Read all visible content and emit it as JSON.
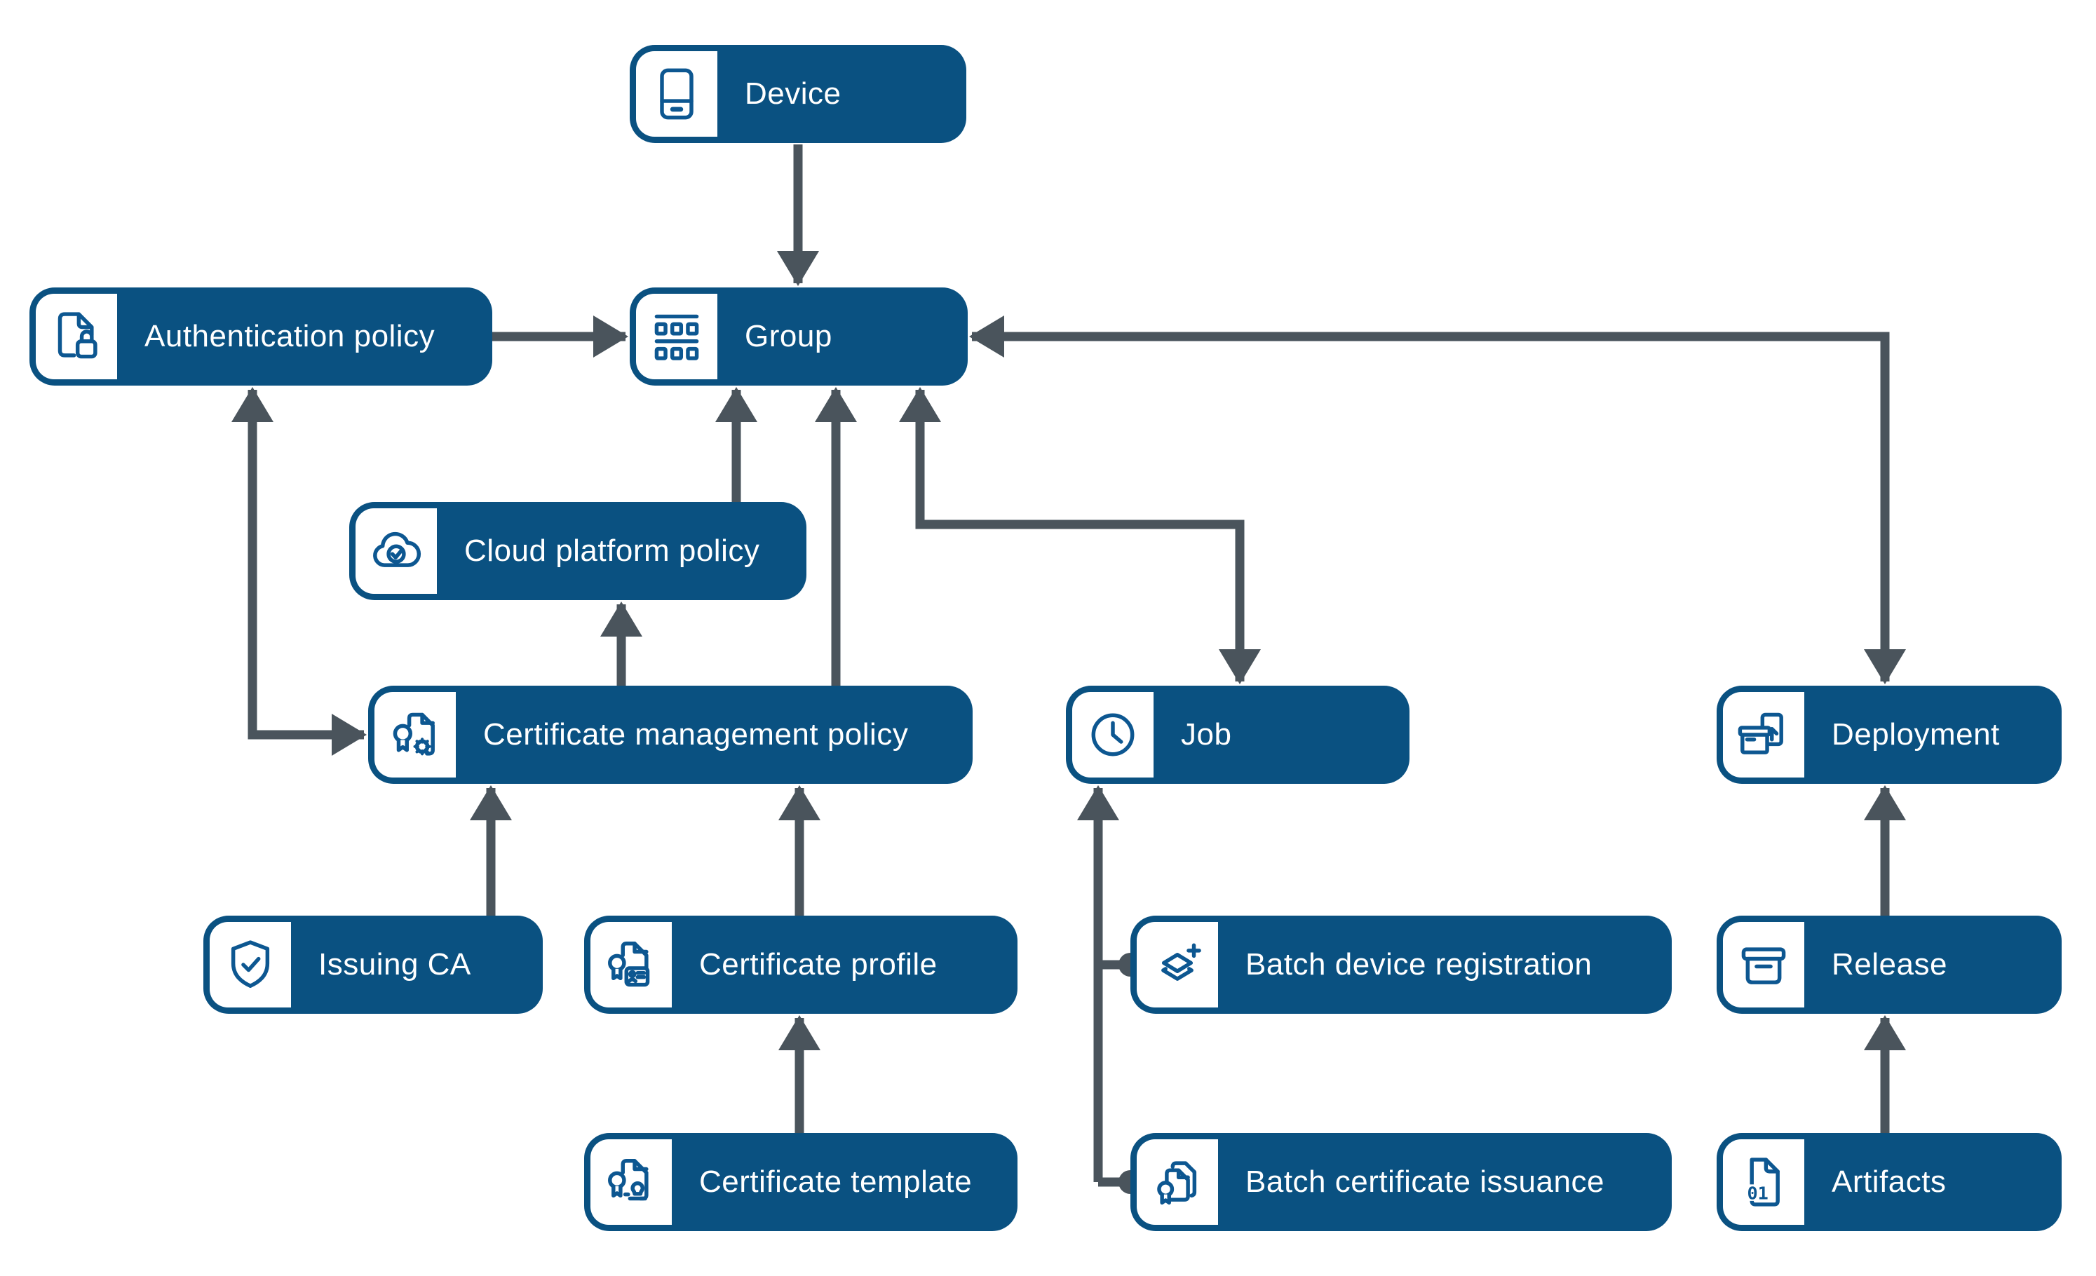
{
  "diagram": {
    "background_color": "#ffffff",
    "node_fill_color": "#0a5181",
    "node_text_color": "#ffffff",
    "icon_color": "#0d5791",
    "connector_color": "#4a545c",
    "nodes": {
      "device": {
        "label": "Device",
        "icon": "device-icon"
      },
      "group": {
        "label": "Group",
        "icon": "group-icon"
      },
      "authentication_policy": {
        "label": "Authentication policy",
        "icon": "document-lock-icon"
      },
      "cloud_platform_policy": {
        "label": "Cloud platform policy",
        "icon": "cloud-check-icon"
      },
      "certificate_management_policy": {
        "label": "Certificate management policy",
        "icon": "certificate-gear-icon"
      },
      "job": {
        "label": "Job",
        "icon": "clock-icon"
      },
      "deployment": {
        "label": "Deployment",
        "icon": "deploy-box-icon"
      },
      "issuing_ca": {
        "label": "Issuing CA",
        "icon": "shield-check-icon"
      },
      "certificate_profile": {
        "label": "Certificate profile",
        "icon": "certificate-idcard-icon"
      },
      "certificate_template": {
        "label": "Certificate template",
        "icon": "certificate-stamp-icon"
      },
      "batch_device_registration": {
        "label": "Batch device registration",
        "icon": "layers-plus-icon"
      },
      "batch_certificate_issuance": {
        "label": "Batch certificate issuance",
        "icon": "certificate-copies-icon"
      },
      "release": {
        "label": "Release",
        "icon": "archive-box-icon"
      },
      "artifacts": {
        "label": "Artifacts",
        "icon": "binary-file-icon"
      }
    },
    "edges": [
      {
        "from": "device",
        "to": "group",
        "arrows": "to"
      },
      {
        "from": "authentication_policy",
        "to": "group",
        "arrows": "to"
      },
      {
        "from": "group",
        "to": "deployment",
        "arrows": "both"
      },
      {
        "from": "cloud_platform_policy",
        "to": "group",
        "arrows": "to"
      },
      {
        "from": "certificate_management_policy",
        "to": "cloud_platform_policy",
        "arrows": "to"
      },
      {
        "from": "certificate_management_policy",
        "to": "group",
        "arrows": "to"
      },
      {
        "from": "group",
        "to": "job",
        "arrows": "both"
      },
      {
        "from": "certificate_management_policy",
        "to": "authentication_policy",
        "arrows": "both"
      },
      {
        "from": "issuing_ca",
        "to": "certificate_management_policy",
        "arrows": "to"
      },
      {
        "from": "certificate_profile",
        "to": "certificate_management_policy",
        "arrows": "to"
      },
      {
        "from": "certificate_template",
        "to": "certificate_profile",
        "arrows": "to"
      },
      {
        "from": "batch_device_registration",
        "to": "job",
        "arrows": "to",
        "terminator": "dot"
      },
      {
        "from": "batch_certificate_issuance",
        "to": "job",
        "arrows": "to",
        "terminator": "dot"
      },
      {
        "from": "release",
        "to": "deployment",
        "arrows": "to"
      },
      {
        "from": "artifacts",
        "to": "release",
        "arrows": "to"
      }
    ]
  }
}
